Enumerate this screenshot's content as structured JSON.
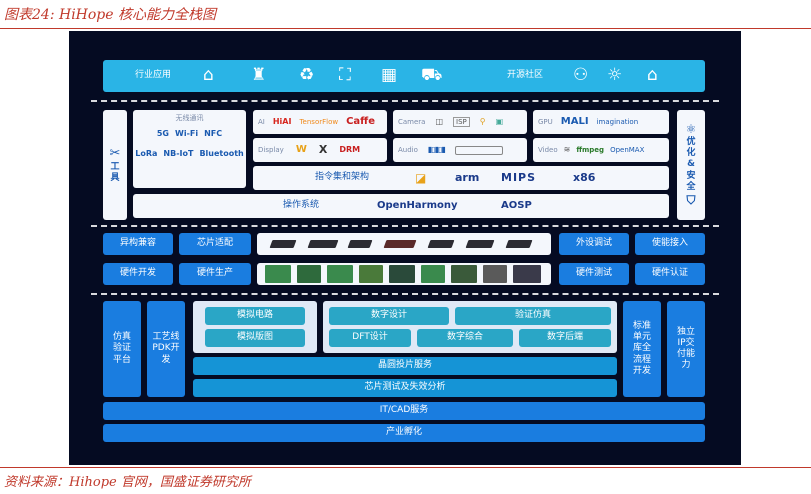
{
  "caption": "图表24:  HiHope 核心能力全栈图",
  "source": "资料来源：Hihope 官网，国盛证券研究所",
  "application_layer": {
    "industry_apps": "行业应用",
    "open_source_community": "开源社区"
  },
  "tools": "工具",
  "optimize_security": "优化&安全",
  "connectivity": {
    "title": "无线通讯",
    "items": [
      "5G",
      "Wi-Fi",
      "NFC",
      "LoRa",
      "NB-IoT",
      "Bluetooth"
    ]
  },
  "ai_row": {
    "label": "AI",
    "items": [
      "HiAI",
      "TensorFlow",
      "Caffe"
    ]
  },
  "camera_row": {
    "label": "Camera",
    "items": [
      "ISP"
    ]
  },
  "gpu_row": {
    "label": "GPU",
    "items": [
      "MALI",
      "imagination"
    ]
  },
  "display_row": {
    "label": "Display",
    "items": [
      "W",
      "X",
      "DRM"
    ]
  },
  "audio_row": {
    "label": "Audio"
  },
  "video_row": {
    "label": "Video",
    "items": [
      "ffmpeg",
      "OpenMAX"
    ]
  },
  "isa": {
    "label": "指令集和架构",
    "items": [
      "arm",
      "MIPS",
      "x86"
    ]
  },
  "os": {
    "label": "操作系统",
    "items": [
      "OpenHarmony",
      "AOSP"
    ]
  },
  "hardware": {
    "left": [
      "异构兼容",
      "芯片适配",
      "硬件开发",
      "硬件生产"
    ],
    "right": [
      "外设调试",
      "使能接入",
      "硬件测试",
      "硬件认证"
    ]
  },
  "chip_design": {
    "sim_platform": "仿真验证平台",
    "process_pdk": "工艺线PDK开发",
    "analog_circuit": "模拟电路",
    "analog_layout": "模拟版图",
    "digital_design": "数字设计",
    "verification_sim": "验证仿真",
    "dft_design": "DFT设计",
    "digital_synthesis": "数字综合",
    "digital_backend": "数字后端",
    "std_cell": "标准单元库全流程开发",
    "ip_delivery": "独立IP交付能力",
    "wafer_service": "晶圆投片服务",
    "chip_test": "芯片测试及失效分析",
    "it_cad": "IT/CAD服务",
    "incubation": "产业孵化"
  }
}
